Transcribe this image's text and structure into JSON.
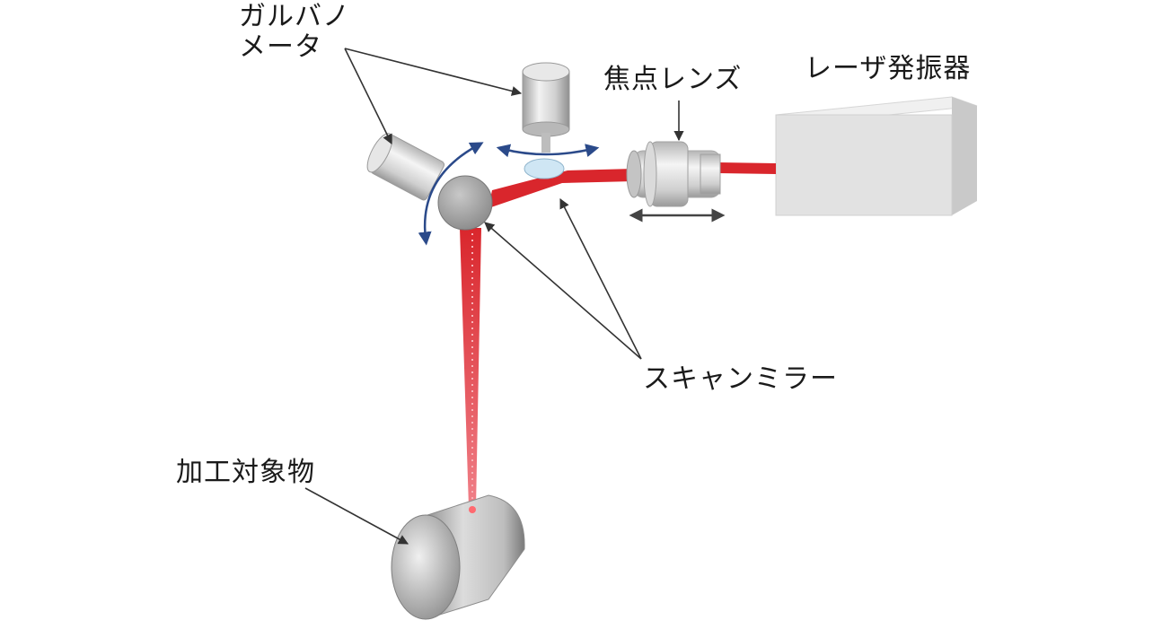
{
  "labels": {
    "galvanometer_line1": "ガルバノ",
    "galvanometer_line2": "メータ",
    "focus_lens": "焦点レンズ",
    "laser_oscillator": "レーザ発振器",
    "scan_mirror": "スキャンミラー",
    "workpiece": "加工対象物"
  },
  "colors": {
    "laser_beam": "#d9262c",
    "rotation_arrow": "#2b4a8a",
    "leader_line": "#333333",
    "device_body": "#e3e3e3"
  }
}
